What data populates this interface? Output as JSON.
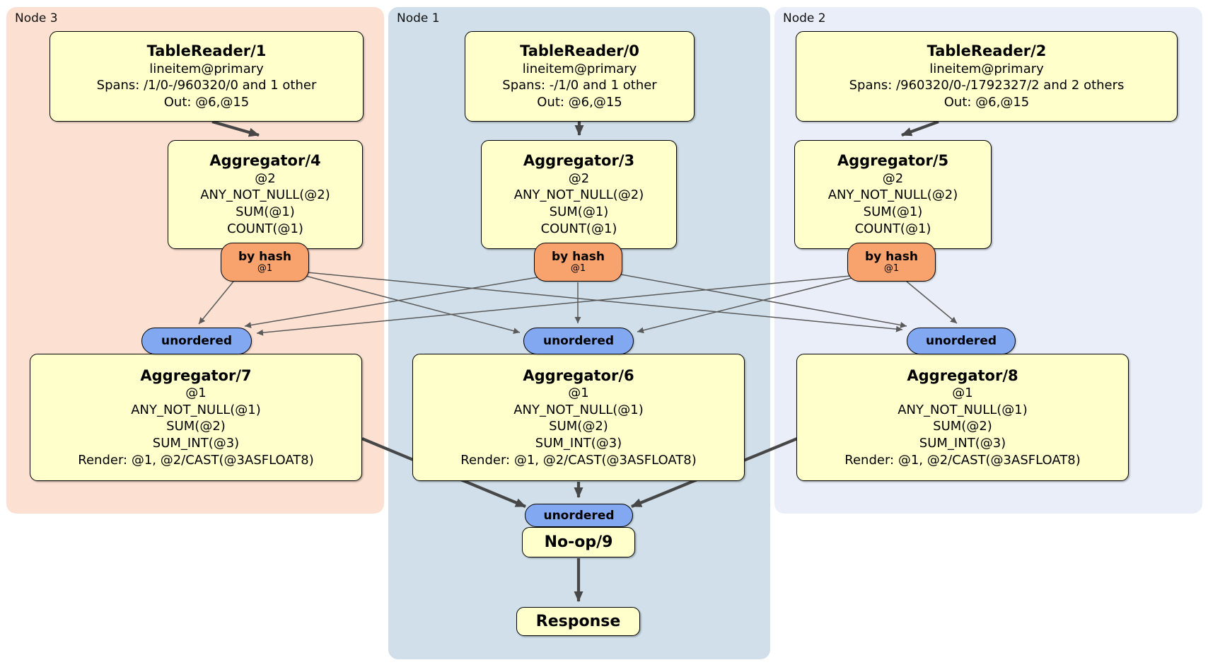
{
  "diagram": {
    "panels": [
      {
        "label": "Node 3"
      },
      {
        "label": "Node 1"
      },
      {
        "label": "Node 2"
      }
    ],
    "readers": [
      {
        "title": "TableReader/1",
        "lines": [
          "lineitem@primary",
          "Spans: /1/0-/960320/0 and 1 other",
          "Out: @6,@15"
        ]
      },
      {
        "title": "TableReader/0",
        "lines": [
          "lineitem@primary",
          "Spans: -/1/0 and 1 other",
          "Out: @6,@15"
        ]
      },
      {
        "title": "TableReader/2",
        "lines": [
          "lineitem@primary",
          "Spans: /960320/0-/1792327/2 and 2 others",
          "Out: @6,@15"
        ]
      }
    ],
    "stage1": [
      {
        "title": "Aggregator/4",
        "lines": [
          "@2",
          "ANY_NOT_NULL(@2)",
          "SUM(@1)",
          "COUNT(@1)"
        ]
      },
      {
        "title": "Aggregator/3",
        "lines": [
          "@2",
          "ANY_NOT_NULL(@2)",
          "SUM(@1)",
          "COUNT(@1)"
        ]
      },
      {
        "title": "Aggregator/5",
        "lines": [
          "@2",
          "ANY_NOT_NULL(@2)",
          "SUM(@1)",
          "COUNT(@1)"
        ]
      }
    ],
    "routers": [
      {
        "label": "by hash",
        "detail": "@1"
      },
      {
        "label": "by hash",
        "detail": "@1"
      },
      {
        "label": "by hash",
        "detail": "@1"
      }
    ],
    "syncs": [
      {
        "label": "unordered"
      },
      {
        "label": "unordered"
      },
      {
        "label": "unordered"
      }
    ],
    "stage2": [
      {
        "title": "Aggregator/7",
        "lines": [
          "@1",
          "ANY_NOT_NULL(@1)",
          "SUM(@2)",
          "SUM_INT(@3)",
          "Render: @1, @2/CAST(@3ASFLOAT8)"
        ]
      },
      {
        "title": "Aggregator/6",
        "lines": [
          "@1",
          "ANY_NOT_NULL(@1)",
          "SUM(@2)",
          "SUM_INT(@3)",
          "Render: @1, @2/CAST(@3ASFLOAT8)"
        ]
      },
      {
        "title": "Aggregator/8",
        "lines": [
          "@1",
          "ANY_NOT_NULL(@1)",
          "SUM(@2)",
          "SUM_INT(@3)",
          "Render: @1, @2/CAST(@3ASFLOAT8)"
        ]
      }
    ],
    "final_sync": {
      "label": "unordered"
    },
    "noop": {
      "title": "No-op/9"
    },
    "response": {
      "title": "Response"
    }
  },
  "colors": {
    "canvas_bg": "#ffffff",
    "node3_bg": "#fce1d2",
    "node1_bg": "#d0dfe9",
    "node2_bg": "#e9eef8",
    "box_bg": "#ffffcc",
    "box_border": "#000000",
    "router_bg": "#f8a26e",
    "sync_bg": "#83a8f2",
    "edge_thick": "#474747",
    "edge_thin": "#5a5a5a"
  }
}
